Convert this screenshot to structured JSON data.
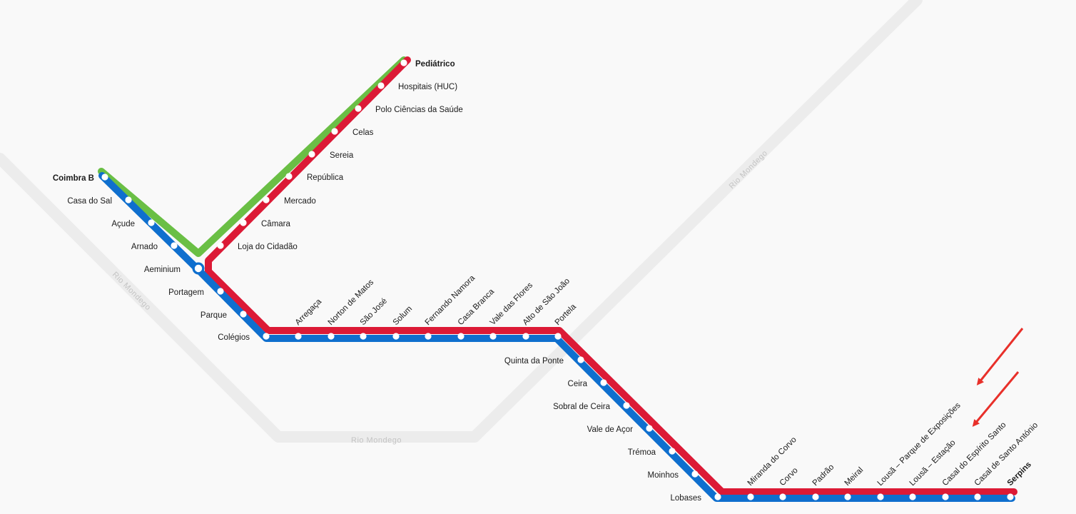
{
  "colors": {
    "background": "#f9f9f9",
    "river": "#ececec",
    "river_label": "#c4c4c4",
    "line_blue": "#0f6fce",
    "line_red": "#dc1a36",
    "line_green": "#6abf45",
    "station_fill": "#ffffff",
    "arrow": "#e8302a"
  },
  "rivers": [
    {
      "name": "Rio Mondego"
    },
    {
      "name": "Rio Mondego"
    },
    {
      "name": "Rio Mondego"
    }
  ],
  "stations": [
    {
      "name": "Pediátrico",
      "terminal": true
    },
    {
      "name": "Hospitais (HUC)"
    },
    {
      "name": "Polo Ciências da Saúde"
    },
    {
      "name": "Celas"
    },
    {
      "name": "Sereia"
    },
    {
      "name": "República"
    },
    {
      "name": "Mercado"
    },
    {
      "name": "Câmara"
    },
    {
      "name": "Loja do Cidadão"
    },
    {
      "name": "Coimbra B",
      "terminal": true
    },
    {
      "name": "Casa do Sal"
    },
    {
      "name": "Açude"
    },
    {
      "name": "Arnado"
    },
    {
      "name": "Aeminium",
      "interchange": true
    },
    {
      "name": "Portagem"
    },
    {
      "name": "Parque"
    },
    {
      "name": "Colégios"
    },
    {
      "name": "Arregaça"
    },
    {
      "name": "Norton de Matos"
    },
    {
      "name": "São José"
    },
    {
      "name": "Solum"
    },
    {
      "name": "Fernando Namora"
    },
    {
      "name": "Casa Branca"
    },
    {
      "name": "Vale das Flores"
    },
    {
      "name": "Alto de São João"
    },
    {
      "name": "Portela"
    },
    {
      "name": "Quinta da Ponte"
    },
    {
      "name": "Ceira"
    },
    {
      "name": "Sobral de Ceira"
    },
    {
      "name": "Vale de Açor"
    },
    {
      "name": "Trémoa"
    },
    {
      "name": "Moinhos"
    },
    {
      "name": "Lobases"
    },
    {
      "name": "Miranda do Corvo"
    },
    {
      "name": "Corvo"
    },
    {
      "name": "Padrão"
    },
    {
      "name": "Meiral"
    },
    {
      "name": "Lousã – Parque de Exposições"
    },
    {
      "name": "Lousã – Estação"
    },
    {
      "name": "Casal do Espírito Santo"
    },
    {
      "name": "Casal de Santo António"
    },
    {
      "name": "Serpins",
      "terminal": true
    }
  ],
  "annotations": [
    {
      "type": "arrow",
      "points_to": "Lousã – Parque de Exposições"
    },
    {
      "type": "arrow",
      "points_to": "Lousã – Estação"
    }
  ]
}
